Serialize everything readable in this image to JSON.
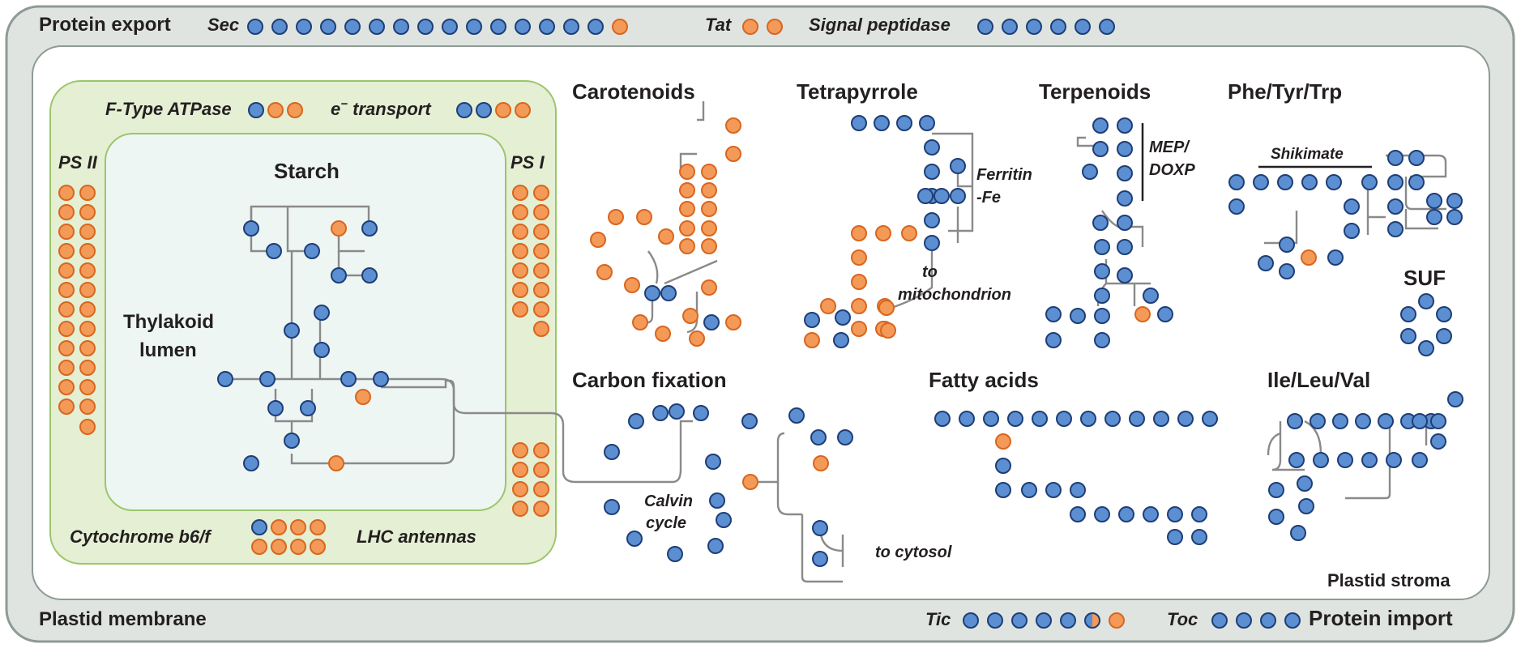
{
  "colors": {
    "blue_fill": "#5b8fd2",
    "blue_stroke": "#1f3e75",
    "orange_fill": "#f39a58",
    "orange_stroke": "#d9661f",
    "outer_bg": "#dfe4e0",
    "green_bg": "#e4efd3",
    "lumen_bg": "#eef6f4",
    "line": "#8a8a8a"
  },
  "labels": {
    "protein_export": "Protein export",
    "sec": "Sec",
    "tat": "Tat",
    "signal_peptidase": "Signal peptidase",
    "plastid_membrane": "Plastid membrane",
    "tic": "Tic",
    "toc": "Toc",
    "protein_import": "Protein import",
    "plastid_stroma": "Plastid stroma",
    "f_type_atpase": "F-Type ATPase",
    "e_transport_e": "e",
    "e_transport_sup": "−",
    "e_transport_rest": " transport",
    "ps2": "PS II",
    "ps1": "PS I",
    "starch": "Starch",
    "thylakoid_lumen_1": "Thylakoid",
    "thylakoid_lumen_2": "lumen",
    "cytochrome": "Cytochrome b6/f",
    "lhc": "LHC antennas",
    "carotenoids": "Carotenoids",
    "tetrapyrrole": "Tetrapyrrole",
    "terpenoids": "Terpenoids",
    "phe_tyr_trp": "Phe/Tyr/Trp",
    "ferritin_1": "Ferritin",
    "ferritin_2": "-Fe",
    "to_mito_1": "to",
    "to_mito_2": "mitochondrion",
    "mep_1": "MEP/",
    "mep_2": "DOXP",
    "shikimate": "Shikimate",
    "suf": "SUF",
    "carbon_fixation": "Carbon fixation",
    "calvin_1": "Calvin",
    "calvin_2": "cycle",
    "to_cytosol": "to cytosol",
    "fatty_acids": "Fatty acids",
    "ile_leu_val": "Ile/Leu/Val"
  }
}
